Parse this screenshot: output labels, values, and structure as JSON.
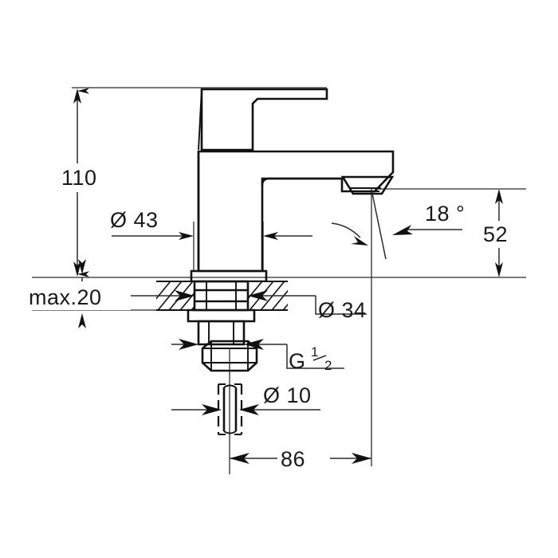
{
  "drawing": {
    "title": "Single-lever basin mixer dimension drawing",
    "units": "mm",
    "background_color": "#ffffff",
    "line_color": "#111111",
    "dimension_color": "#2b2b2b",
    "dimensions": {
      "height_total": "110",
      "escutcheon_diameter": "Ø 43",
      "max_thickness": "max.20",
      "base_diameter": "Ø 34",
      "thread": "G",
      "thread_num": "1",
      "thread_den": "2",
      "tail_diameter": "Ø 10",
      "projection": "86",
      "spout_height": "52",
      "jet_angle": "18 °"
    }
  }
}
